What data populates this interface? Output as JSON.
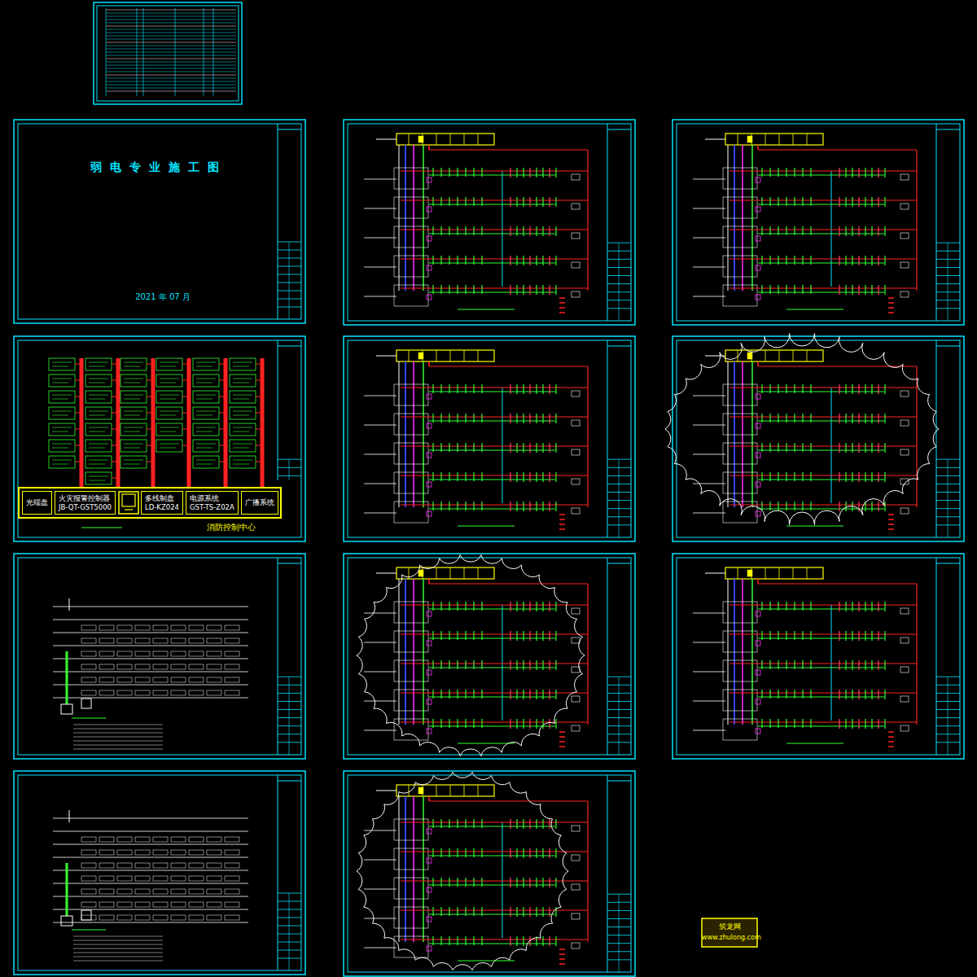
{
  "diagram": {
    "nodes": [
      {
        "text": [
          "消防控制中心"
        ]
      },
      {
        "text": [
          "光端盘"
        ],
        "in": 0
      },
      {
        "text": [
          "火灾报警控制器",
          "JB-QT-GST5000"
        ],
        "in": 0
      },
      {
        "text": [
          "多线制盘",
          "LD-KZ024"
        ],
        "in": 0
      },
      {
        "text": [
          "电源系统",
          "GST-TS-Z02A"
        ],
        "in": 0
      },
      {
        "text": [
          "广播系统"
        ],
        "in": 0
      }
    ],
    "labels": [
      "弱电专业施工图",
      "2021 年 07 月",
      "筑龙网",
      "www.zhulong.com"
    ]
  }
}
